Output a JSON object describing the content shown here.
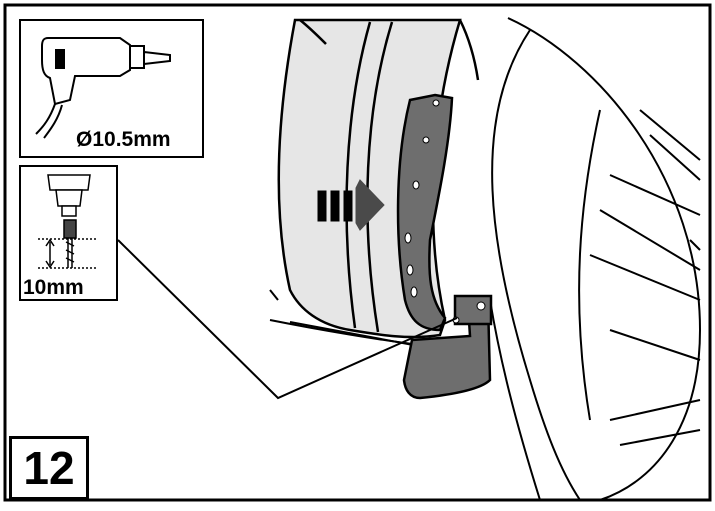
{
  "step": {
    "number": "12"
  },
  "drill_spec": {
    "bit_diameter": "Ø10.5mm"
  },
  "depth_spec": {
    "depth": "10mm"
  },
  "icons": {
    "drill": "drill-icon",
    "drill_depth": "drill-depth-icon",
    "direction_arrow": "push-direction-arrow-icon"
  },
  "colors": {
    "line": "#000000",
    "fender_fill": "#e6e6e6",
    "mudflap_fill": "#6e6e6e",
    "arrow_fill": "#4a4a4a"
  }
}
